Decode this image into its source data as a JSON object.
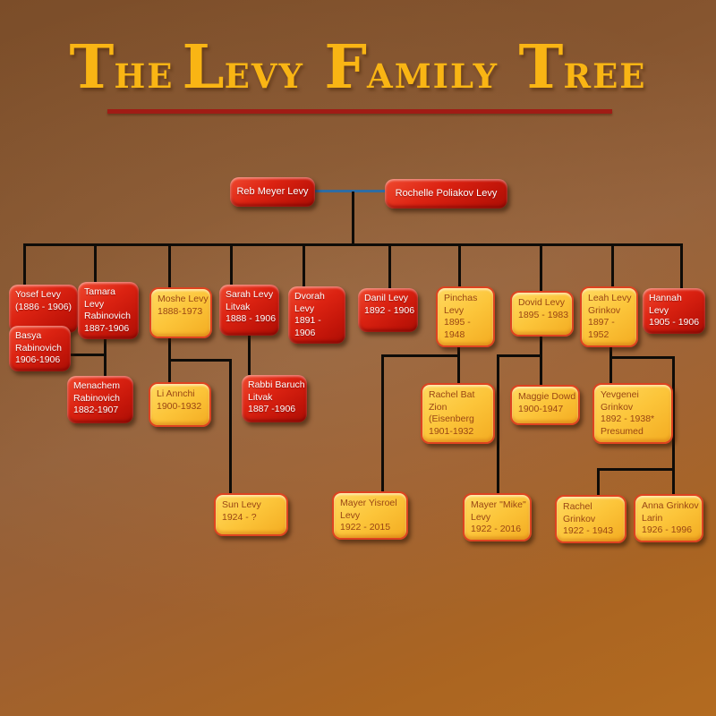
{
  "title": {
    "words": [
      "The",
      "Levy",
      "Family",
      "Tree"
    ]
  },
  "colors": {
    "red_box": "#c21509",
    "gold_box": "#fcc53a",
    "gold_box_border": "#dd4320",
    "title_text": "#f9b514",
    "divider": "#a01c15",
    "spouse_line": "#2e6ca3",
    "connector_line": "#0f0c08",
    "background_top": "#7b4d29",
    "background_bottom": "#b36b20"
  },
  "people": {
    "reb_meyer": {
      "name": "Reb Meyer Levy"
    },
    "rochelle": {
      "name": "Rochelle Poliakov Levy"
    },
    "yosef": {
      "name": "Yosef Levy",
      "dates": "(1886 - 1906)"
    },
    "tamara": {
      "name": "Tamara Levy Rabinovich",
      "dates": "1887-1906"
    },
    "moshe": {
      "name": "Moshe Levy",
      "dates": "1888-1973"
    },
    "sarah": {
      "name": "Sarah Levy Litvak",
      "dates": "1888 - 1906"
    },
    "dvorah": {
      "name": "Dvorah Levy",
      "dates": "1891 - 1906"
    },
    "danil": {
      "name": "Danil Levy",
      "dates": "1892 - 1906"
    },
    "pinchas": {
      "name": "Pinchas Levy",
      "dates": "1895 - 1948"
    },
    "dovid": {
      "name": "Dovid Levy",
      "dates": "1895 - 1983"
    },
    "leah": {
      "name": "Leah Levy Grinkov",
      "dates": "1897 - 1952"
    },
    "hannah": {
      "name": "Hannah Levy",
      "dates": "1905 - 1906"
    },
    "basya": {
      "name": "Basya Rabinovich",
      "dates": "1906-1906"
    },
    "menachem": {
      "name": "Menachem Rabinovich",
      "dates": "1882-1907"
    },
    "li_annchi": {
      "name": "Li Annchi",
      "dates": "1900-1932"
    },
    "rabbi_baruch": {
      "name": "Rabbi Baruch Litvak",
      "dates": "1887 -1906"
    },
    "rachel_bat_zion": {
      "name": "Rachel Bat Zion (Eisenberg",
      "dates": "1901-1932"
    },
    "maggie": {
      "name": "Maggie Dowd",
      "dates": "1900-1947"
    },
    "yevgenei": {
      "name": "Yevgenei Grinkov",
      "dates": "1892 - 1938*",
      "note": "Presumed"
    },
    "sun": {
      "name": "Sun Levy",
      "dates": "1924 - ?"
    },
    "mayer_yisroel": {
      "name": "Mayer Yisroel Levy",
      "dates": "1922 - 2015"
    },
    "mayer_mike": {
      "name": "Mayer \"Mike\" Levy",
      "dates": "1922 - 2016"
    },
    "rachel_grinkov": {
      "name": "Rachel Grinkov",
      "dates": "1922 - 1943"
    },
    "anna": {
      "name": "Anna Grinkov Larin",
      "dates": "1926 - 1996"
    }
  }
}
